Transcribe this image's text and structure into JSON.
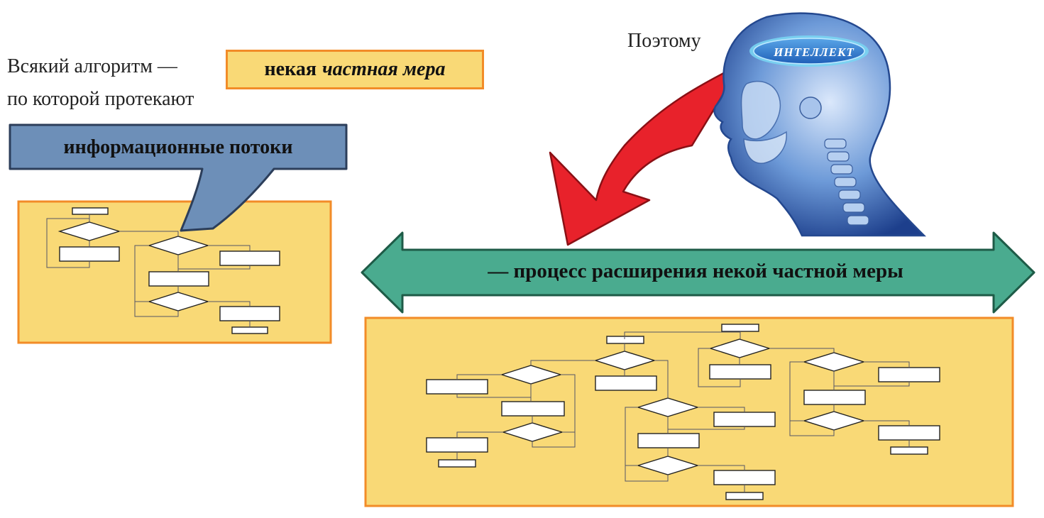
{
  "intro": {
    "line1": "Всякий алгоритм —",
    "line2": "по которой протекают"
  },
  "measure": {
    "bold_part": "некая",
    "italic_part": "частная мера"
  },
  "callout": {
    "label": "информационные потоки"
  },
  "consequence": {
    "label": "Поэтому"
  },
  "head": {
    "badge": "ИНТЕЛЛЕКТ"
  },
  "process": {
    "label": "— процесс расширения некой частной меры"
  },
  "colors": {
    "panel_fill": "#f9d976",
    "panel_border": "#f28c28",
    "callout_fill": "#6d8fb8",
    "callout_border": "#2c3e5a",
    "red_arrow": "#e8222b",
    "teal_arrow": "#4aab8f",
    "head_blue": "#3a6fc0"
  }
}
